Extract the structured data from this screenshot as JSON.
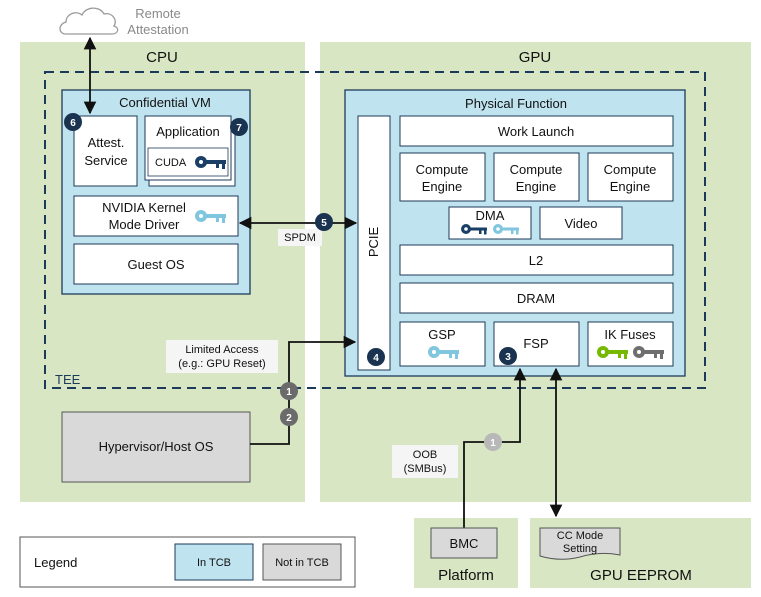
{
  "cloud": {
    "label_line1": "Remote",
    "label_line2": "Attestation"
  },
  "cpu": {
    "title": "CPU",
    "vm": {
      "title": "Confidential VM",
      "attest_line1": "Attest.",
      "attest_line2": "Service",
      "attest_badge": "6",
      "application": "Application",
      "application_badge": "7",
      "cuda": "CUDA",
      "driver_line1": "NVIDIA Kernel",
      "driver_line2": "Mode Driver",
      "guest_os": "Guest OS"
    },
    "hypervisor": "Hypervisor/Host OS",
    "limited_access_line1": "Limited Access",
    "limited_access_line2": "(e.g.: GPU Reset)",
    "badge_1": "1",
    "badge_2": "2"
  },
  "tee": {
    "label": "TEE"
  },
  "spdm": {
    "label": "SPDM",
    "badge": "5"
  },
  "gpu": {
    "title": "GPU",
    "pf": {
      "title": "Physical Function",
      "pcie": "PCIE",
      "pcie_badge": "4",
      "work_launch": "Work Launch",
      "compute_engines": [
        {
          "line1": "Compute",
          "line2": "Engine"
        },
        {
          "line1": "Compute",
          "line2": "Engine"
        },
        {
          "line1": "Compute",
          "line2": "Engine"
        }
      ],
      "dma": "DMA",
      "video": "Video",
      "l2": "L2",
      "dram": "DRAM",
      "gsp": "GSP",
      "fsp": "FSP",
      "fsp_badge": "3",
      "ik_fuses": "IK Fuses"
    }
  },
  "oob": {
    "line1": "OOB",
    "line2": "(SMBus)",
    "badge": "1"
  },
  "platform": {
    "title": "Platform",
    "bmc": "BMC"
  },
  "eeprom": {
    "title": "GPU EEPROM",
    "cc_line1": "CC Mode",
    "cc_line2": "Setting"
  },
  "legend": {
    "title": "Legend",
    "in_tcb": "In TCB",
    "not_in_tcb": "Not in TCB"
  },
  "colors": {
    "region_green": "#d8e6c4",
    "tcb_blue": "#bfe3ef",
    "box_white": "#ffffff",
    "border_navy": "#1e3a5a",
    "not_tcb_gray": "#d9d9d9",
    "badge_navy": "#1a3350",
    "badge_gray": "#6b6b6b",
    "badge_light": "#b8b8b8",
    "key_navy": "#1a3f66",
    "key_light": "#7fc6de",
    "key_green": "#76b900",
    "key_gray": "#6e6e6e"
  }
}
